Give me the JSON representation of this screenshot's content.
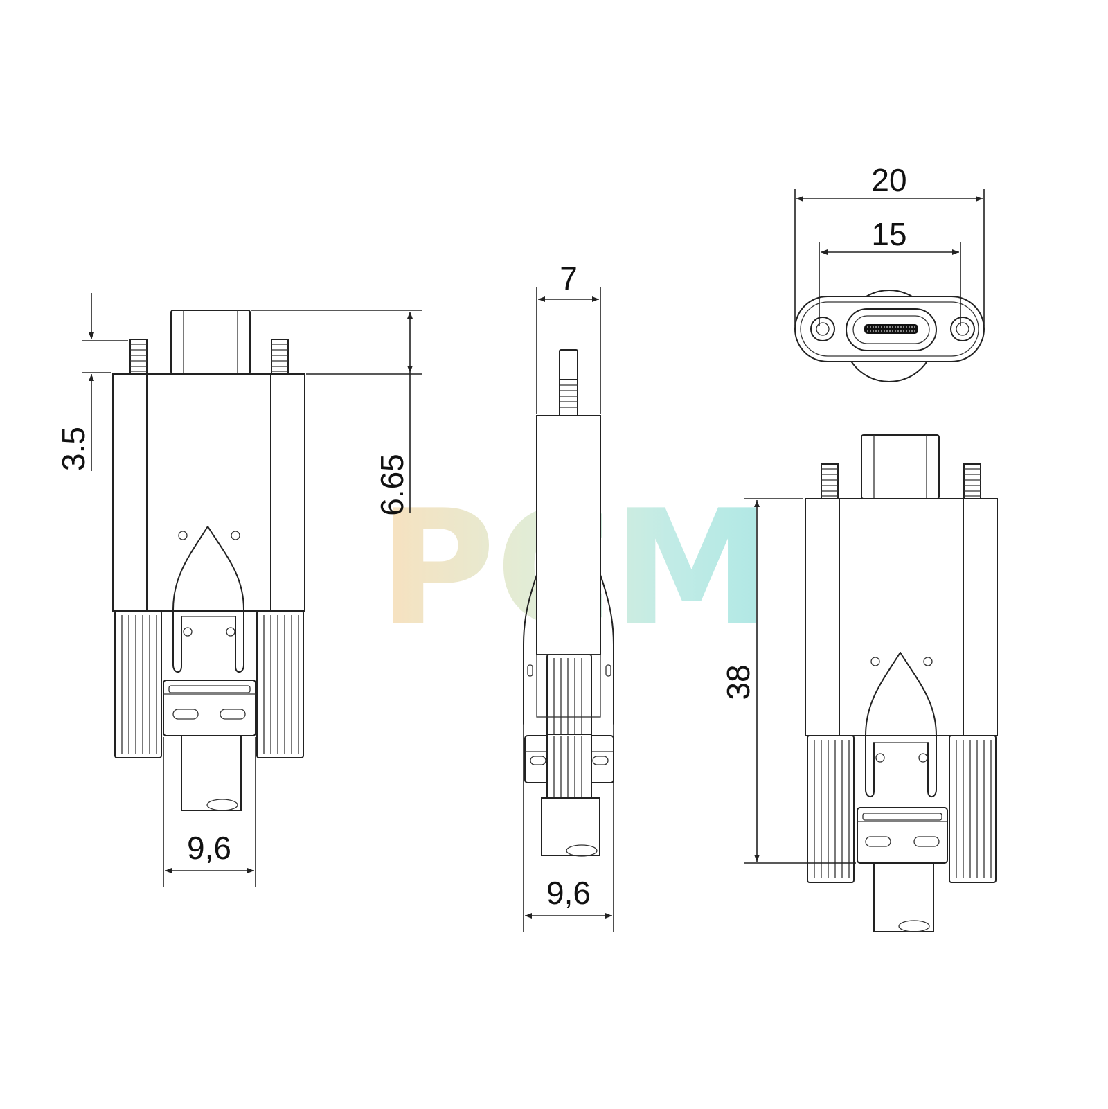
{
  "watermark": {
    "text": "PCM",
    "colors": [
      "#f3c98a",
      "#c9dfb7",
      "#8fdcd2",
      "#6fd6cf"
    ]
  },
  "dimensions": {
    "front_screw_height": "3.5",
    "front_plug_height": "6.65",
    "front_cable_width": "9,6",
    "side_thickness": "7",
    "side_cable_width": "9,6",
    "end_overall_width": "20",
    "end_screw_pitch": "15",
    "back_body_length": "38"
  },
  "colors": {
    "line": "#222222",
    "background": "#ffffff"
  }
}
